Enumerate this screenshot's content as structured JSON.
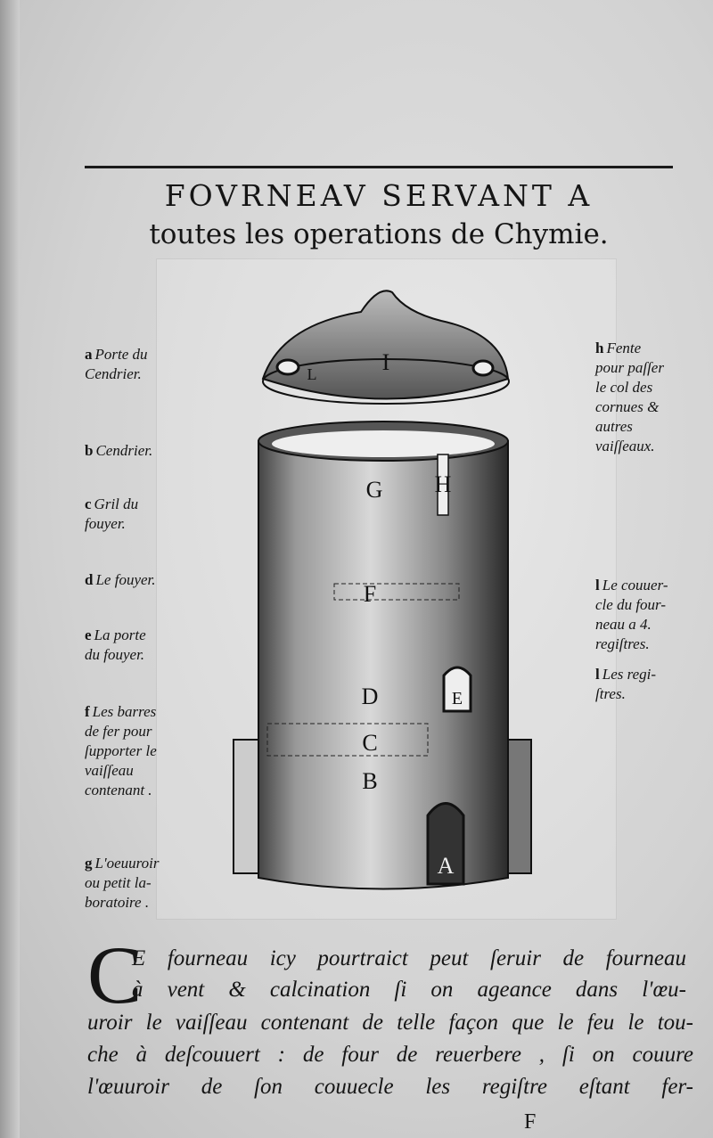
{
  "header": {
    "title_line1": "FOVRNEAV SERVANT A",
    "title_line2": "toutes les operations de Chymie."
  },
  "legend_left": [
    {
      "letter": "a",
      "text": "Porte du\nCendrier."
    },
    {
      "letter": "b",
      "text": "Cendrier."
    },
    {
      "letter": "c",
      "text": "Gril du\nfouyer."
    },
    {
      "letter": "d",
      "text": "Le fouyer."
    },
    {
      "letter": "e",
      "text": "La porte\ndu fouyer."
    },
    {
      "letter": "f",
      "text": "Les barres\nde fer pour\nſupporter le\nvaiſſeau\ncontenant ."
    },
    {
      "letter": "g",
      "text": "L'oeuuroir\nou petit la-\nboratoire ."
    }
  ],
  "legend_right": [
    {
      "letter": "h",
      "text": "Fente\npour paſſer\nle col des\ncornues &\nautres\nvaiſſeaux."
    },
    {
      "letter": "l",
      "text": "Le couuer-\ncle du four-\nneau a 4.\nregiſtres."
    },
    {
      "letter": "l",
      "text": "Les regi-\nſtres."
    }
  ],
  "figure_labels": {
    "lid": "I",
    "register": "L",
    "g": "G",
    "h": "H",
    "f": "F",
    "e": "E",
    "d": "D",
    "c": "C",
    "b": "B",
    "a": "A"
  },
  "body": {
    "drop_cap": "C",
    "lines": [
      "E fourneau icy pourtraict peut ſeruir de fourneau",
      "à vent & calcination ſi on ageance dans l'œu-",
      "uroir le vaiſſeau contenant de telle façon que le feu le tou-",
      "che à deſcouuert : de four de reuerbere , ſi on couure",
      "l'œuuroir de ſon couuecle les regiſtre eſtant fer-"
    ],
    "catchword": "F"
  }
}
